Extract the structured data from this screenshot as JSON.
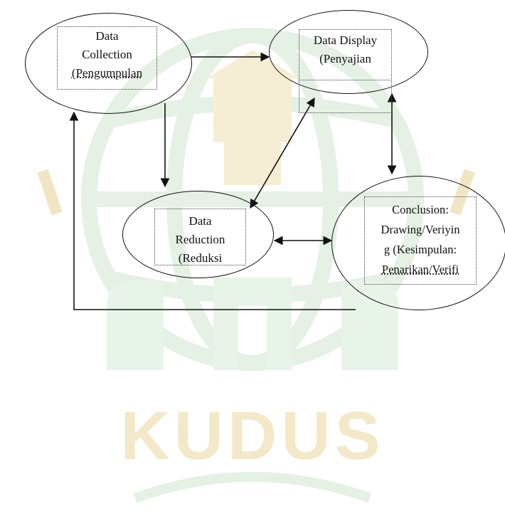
{
  "colors": {
    "line": "#111111",
    "watermark_green": "#e6f2e6",
    "watermark_gold": "#f5ecd0"
  },
  "watermark": {
    "text": "KUDUS"
  },
  "nodes": {
    "data_collection": {
      "lines": [
        "Data",
        "Collection",
        "(Pengumpulan"
      ]
    },
    "data_display": {
      "lines": [
        "Data Display",
        "(Penyajian"
      ]
    },
    "data_reduction": {
      "lines": [
        "Data",
        "Reduction",
        "(Reduksi"
      ]
    },
    "conclusion": {
      "lines": [
        "Conclusion:",
        "Drawing/Veriyin",
        "g (Kesimpulan:",
        "Penarikan/Verifi"
      ]
    }
  }
}
